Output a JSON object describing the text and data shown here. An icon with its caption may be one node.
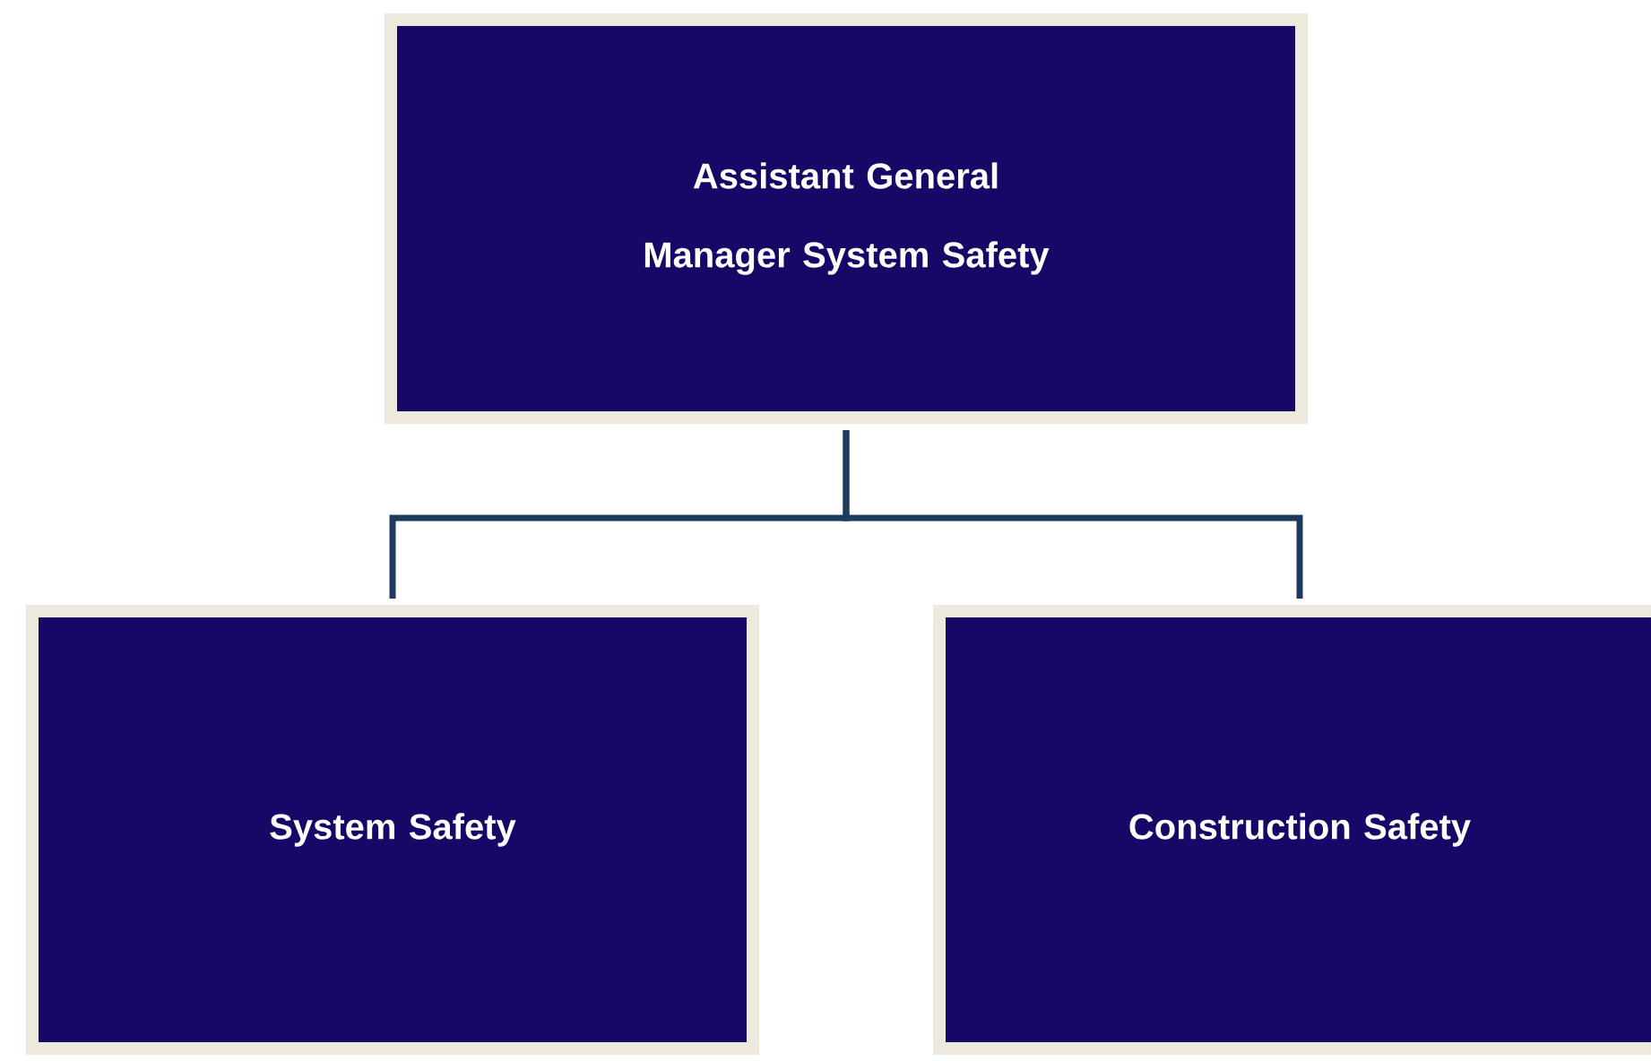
{
  "diagram": {
    "nodes": [
      {
        "text": [
          "Assistant General Manager System Safety"
        ]
      },
      {
        "text": [
          "System Safety"
        ]
      },
      {
        "text": [
          "Construction Safety"
        ]
      }
    ],
    "edges": [
      {
        "from": 0,
        "to": 1,
        "arrow": "none"
      },
      {
        "from": 0,
        "to": 2,
        "arrow": "none"
      }
    ]
  }
}
